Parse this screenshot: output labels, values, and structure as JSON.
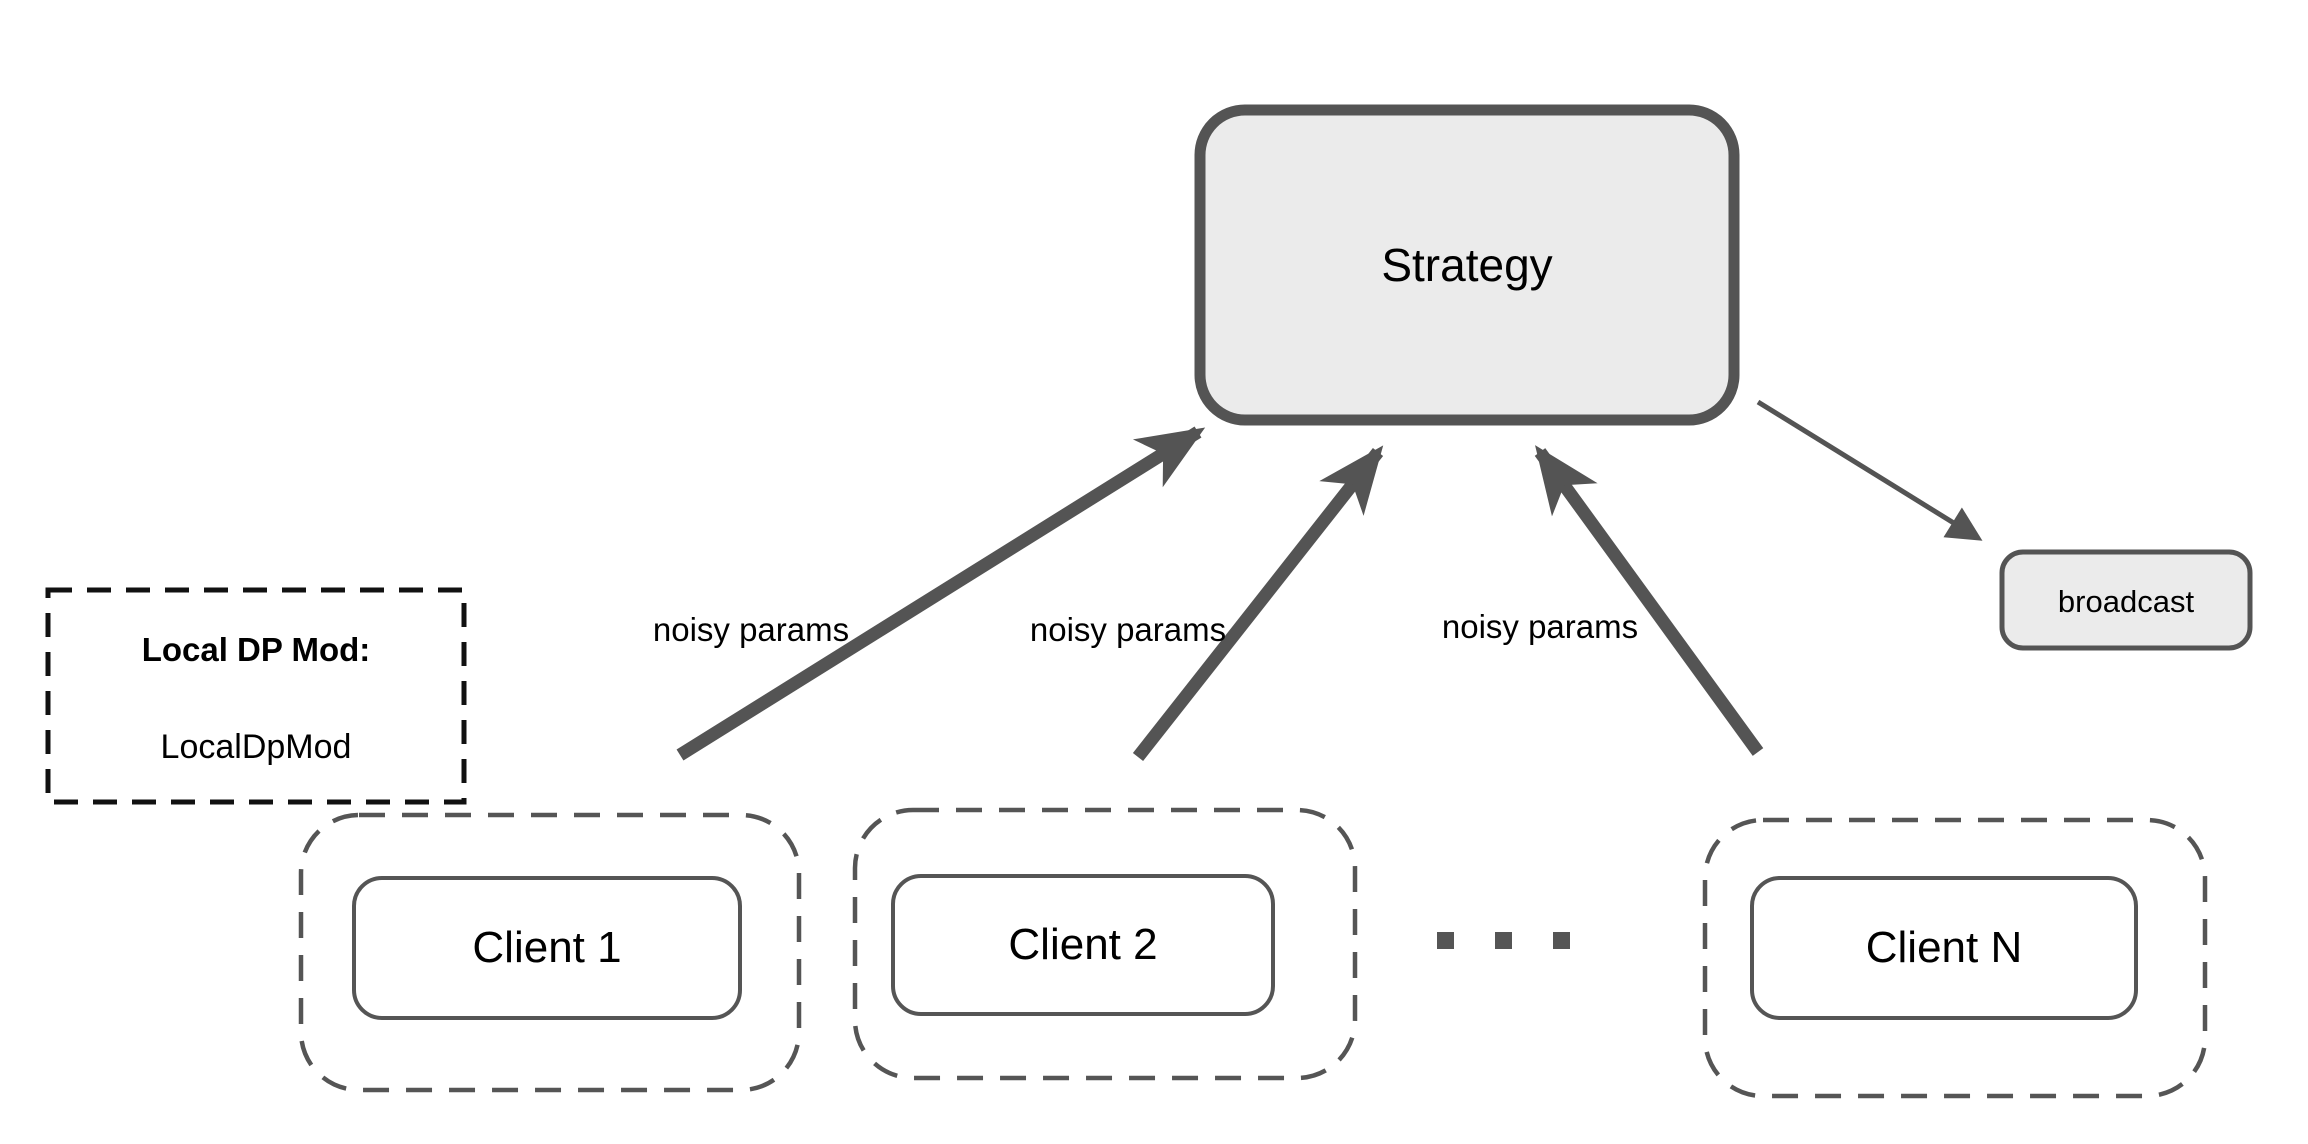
{
  "diagram": {
    "background": "#ffffff",
    "colors": {
      "outline_gray": "#545454",
      "node_fill": "#ebebeb",
      "dp_box_border": "#111111",
      "text": "#000000"
    },
    "strategy_node": {
      "label": "Strategy"
    },
    "broadcast_node": {
      "label": "broadcast"
    },
    "local_dp_mod_box": {
      "title": "Local DP Mod:",
      "value": "LocalDpMod"
    },
    "clients": [
      {
        "label": "Client 1"
      },
      {
        "label": "Client 2"
      },
      {
        "label": "Client N"
      }
    ],
    "ellipsis": {
      "dot_count": 3
    },
    "arrows": [
      {
        "label": "noisy params",
        "from": "Client 1",
        "to": "Strategy"
      },
      {
        "label": "noisy params",
        "from": "Client 2",
        "to": "Strategy"
      },
      {
        "label": "noisy params",
        "from": "Client N",
        "to": "Strategy"
      },
      {
        "label": "",
        "from": "Strategy",
        "to": "broadcast"
      }
    ]
  }
}
